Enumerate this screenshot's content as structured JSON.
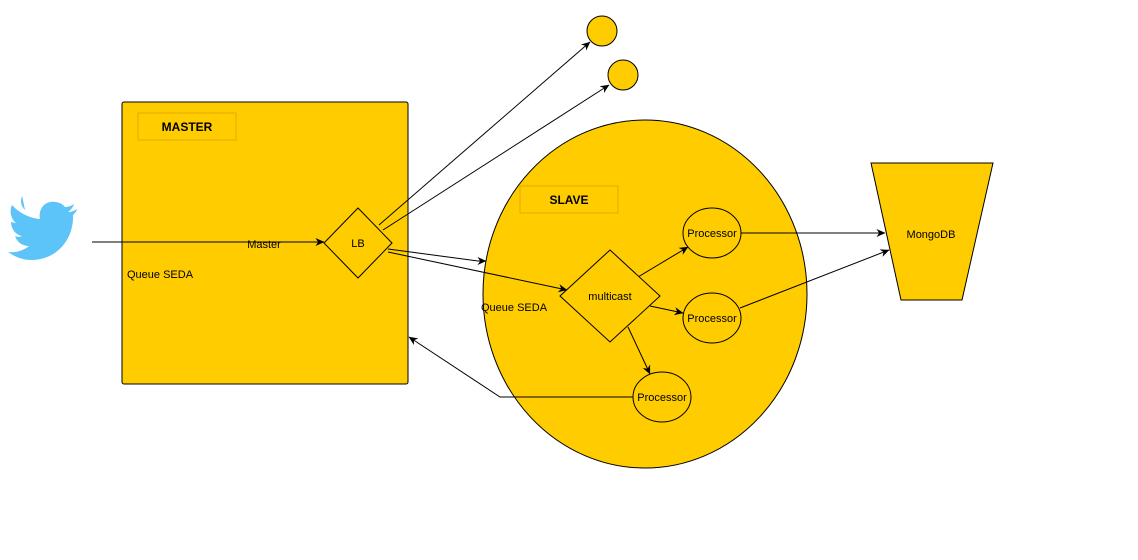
{
  "master": {
    "title": "MASTER",
    "stream_label": "Master",
    "queue_label": "Queue SEDA",
    "lb_label": "LB"
  },
  "slave": {
    "title": "SLAVE",
    "queue_label": "Queue SEDA",
    "multicast_label": "multicast"
  },
  "processors": [
    "Processor",
    "Processor",
    "Processor"
  ],
  "database": {
    "label": "MongoDB"
  },
  "source": {
    "icon": "twitter-bird-icon"
  },
  "colors": {
    "fill": "#FFCC00",
    "stroke": "#000000",
    "bird": "#5CC4F9",
    "header_border": "#E0AA00"
  }
}
